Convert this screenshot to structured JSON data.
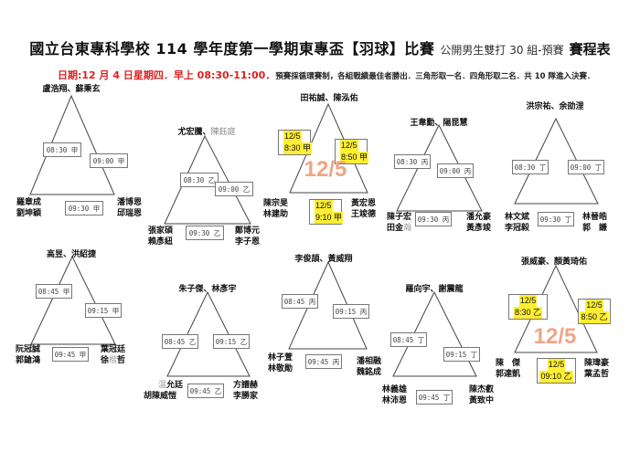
{
  "header": {
    "title_main": "國立台東專科學校 114 學年度第一學期東專盃【羽球】比賽",
    "title_sub": "公開男生雙打 30 組-預賽",
    "title_end": "賽程表",
    "date_line": "日期:12 月 4 日星期四．早上 08:30-11:00．",
    "rules": "預賽採循環賽制，各組戰績最佳者勝出．三角形取一名．四角形取二名．共 10 隊進入決賽．"
  },
  "groups": [
    {
      "top": "盧浩翔、蘇秉玄",
      "top_grey": "",
      "left": [
        "羅章成",
        "劉坤穎"
      ],
      "right": [
        "潘博恩",
        "邱瑞恩"
      ],
      "left_grey": "",
      "right_grey": "",
      "matches": [
        "08:30 甲",
        "09:00 甲",
        "09:30 甲"
      ]
    },
    {
      "top": "尤宏騰",
      "top_grey": "陳鈺庭",
      "left": [
        "張家碩",
        "賴彥紐"
      ],
      "right": [
        "鄭博元",
        "李子恩"
      ],
      "matches": [
        "08:30 乙",
        "09:00 乙",
        "09:30 乙"
      ]
    },
    {
      "top": "田祐誠、陳泓佑",
      "left": [
        "陳宗旻",
        "林建助"
      ],
      "right": [
        "黃宏恩",
        "王竣德"
      ],
      "matches": [
        [
          "12/5",
          "8:30 甲"
        ],
        [
          "12/5",
          "8:50 甲"
        ],
        [
          "12/5",
          "9:10 甲"
        ]
      ],
      "stamp": "12/5"
    },
    {
      "top": "王韋勳、陽昆慧",
      "left": [
        "陳子宏",
        "田金"
      ],
      "left_grey": "瀚",
      "right": [
        "潘允豪",
        "黃彥竣"
      ],
      "matches": [
        "08:30 丙",
        "09:00 丙",
        "09:30 丙"
      ]
    },
    {
      "top": "洪宗祐、余劭浬",
      "left": [
        "林文斌",
        "李冠毅"
      ],
      "right": [
        "林晉皓",
        "郭　謙"
      ],
      "matches": [
        "08:30 丁",
        "09:00 丁",
        "09:30 丁"
      ]
    },
    {
      "top": "高昱、洪紹捷",
      "left": [
        "阮冠誠",
        "郭鎗鴻"
      ],
      "right": [
        "葉冠廷",
        "徐哲"
      ],
      "right_grey": "楷",
      "matches": [
        "08:45 甲",
        "09:15 甲",
        "09:45 甲"
      ]
    },
    {
      "top": "朱子傑、林彥宇",
      "left": [
        "允廷",
        "胡陳威愷"
      ],
      "left_grey": "温",
      "right": [
        "方譜赫",
        "李勝家"
      ],
      "matches": [
        "08:45 乙",
        "09:15 乙",
        "09:45 乙"
      ]
    },
    {
      "top": "李俊頡、黃威翔",
      "left": [
        "林子萱",
        "林敬勛"
      ],
      "right": [
        "潘相融",
        "魏銘成"
      ],
      "matches": [
        "08:45 丙",
        "09:15 丙",
        "09:45 丙"
      ]
    },
    {
      "top": "羅向宇、謝震龍",
      "left": [
        "林義雄",
        "林沛恩"
      ],
      "right": [
        "陳杰叡",
        "黃致中"
      ],
      "matches": [
        "08:45 丁",
        "09:15 丁",
        "09:45 丁"
      ]
    },
    {
      "top": "張威豪、顏黃琦佑",
      "left": [
        "陳　傑",
        "郭達凱"
      ],
      "right": [
        "陳瑋豪",
        "葉孟哲"
      ],
      "matches": [
        [
          "12/5",
          "8:30 乙"
        ],
        [
          "12/5",
          "8:50 乙"
        ],
        [
          "12/5",
          "09:10 乙"
        ]
      ],
      "stamp": "12/5"
    }
  ],
  "colors": {
    "date_red": "#dd2222",
    "highlight": "#ffee33",
    "stamp": "#f0a585"
  }
}
